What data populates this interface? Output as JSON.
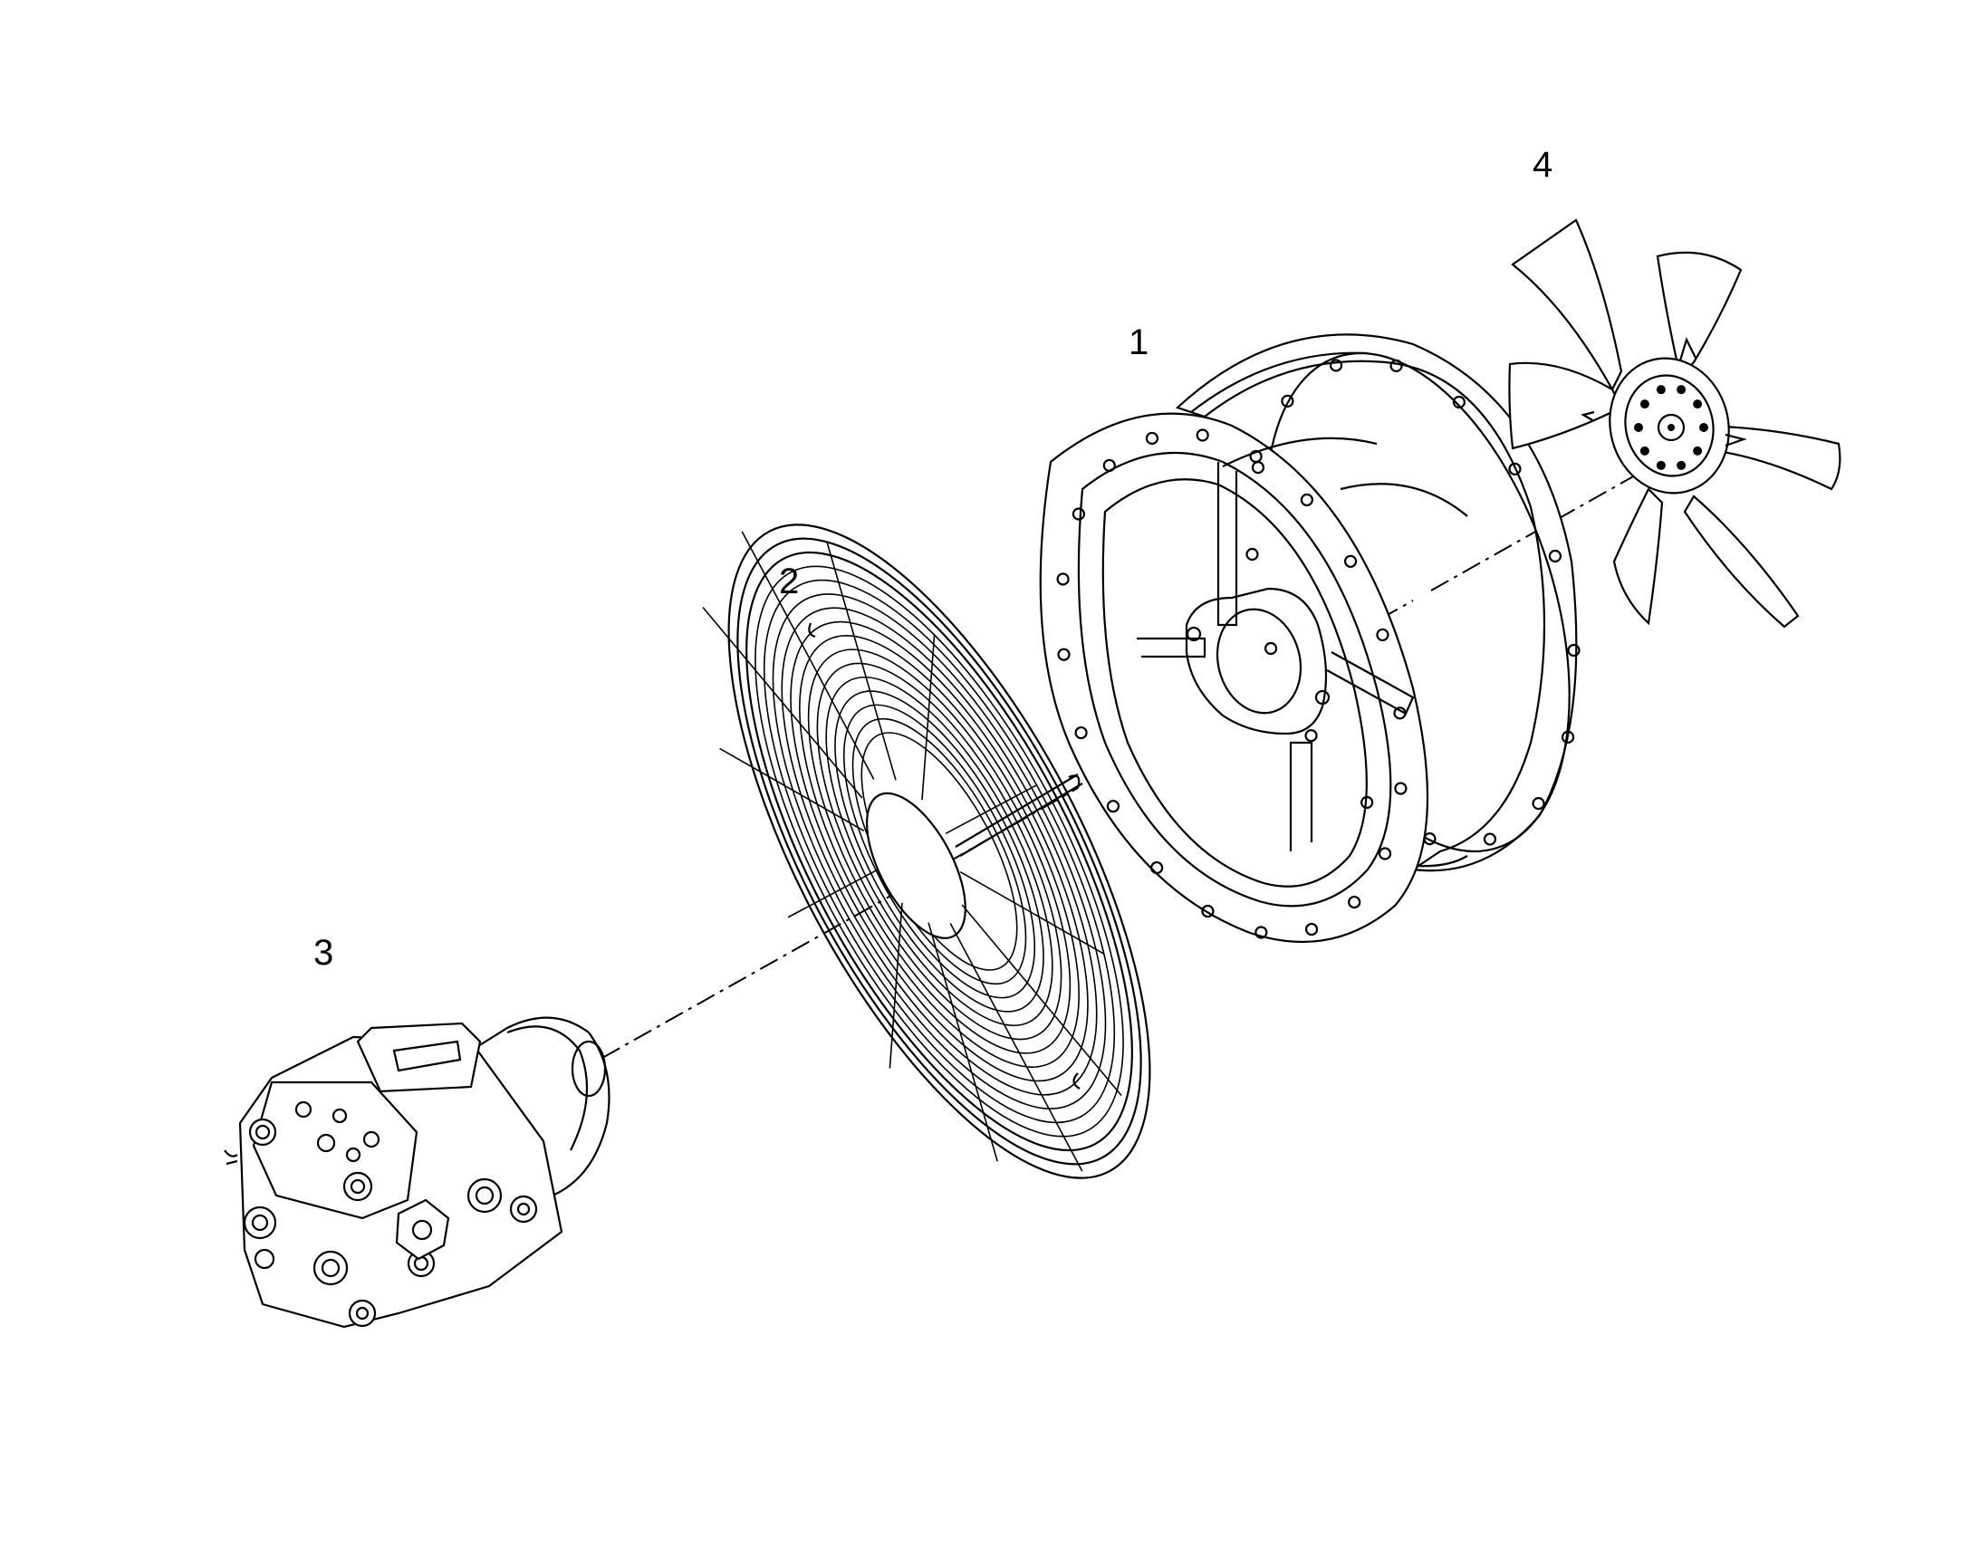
{
  "callouts": {
    "housing": "1",
    "guard": "2",
    "motor": "3",
    "fan": "4"
  },
  "colors": {
    "line": "#000000",
    "background": "#ffffff"
  }
}
